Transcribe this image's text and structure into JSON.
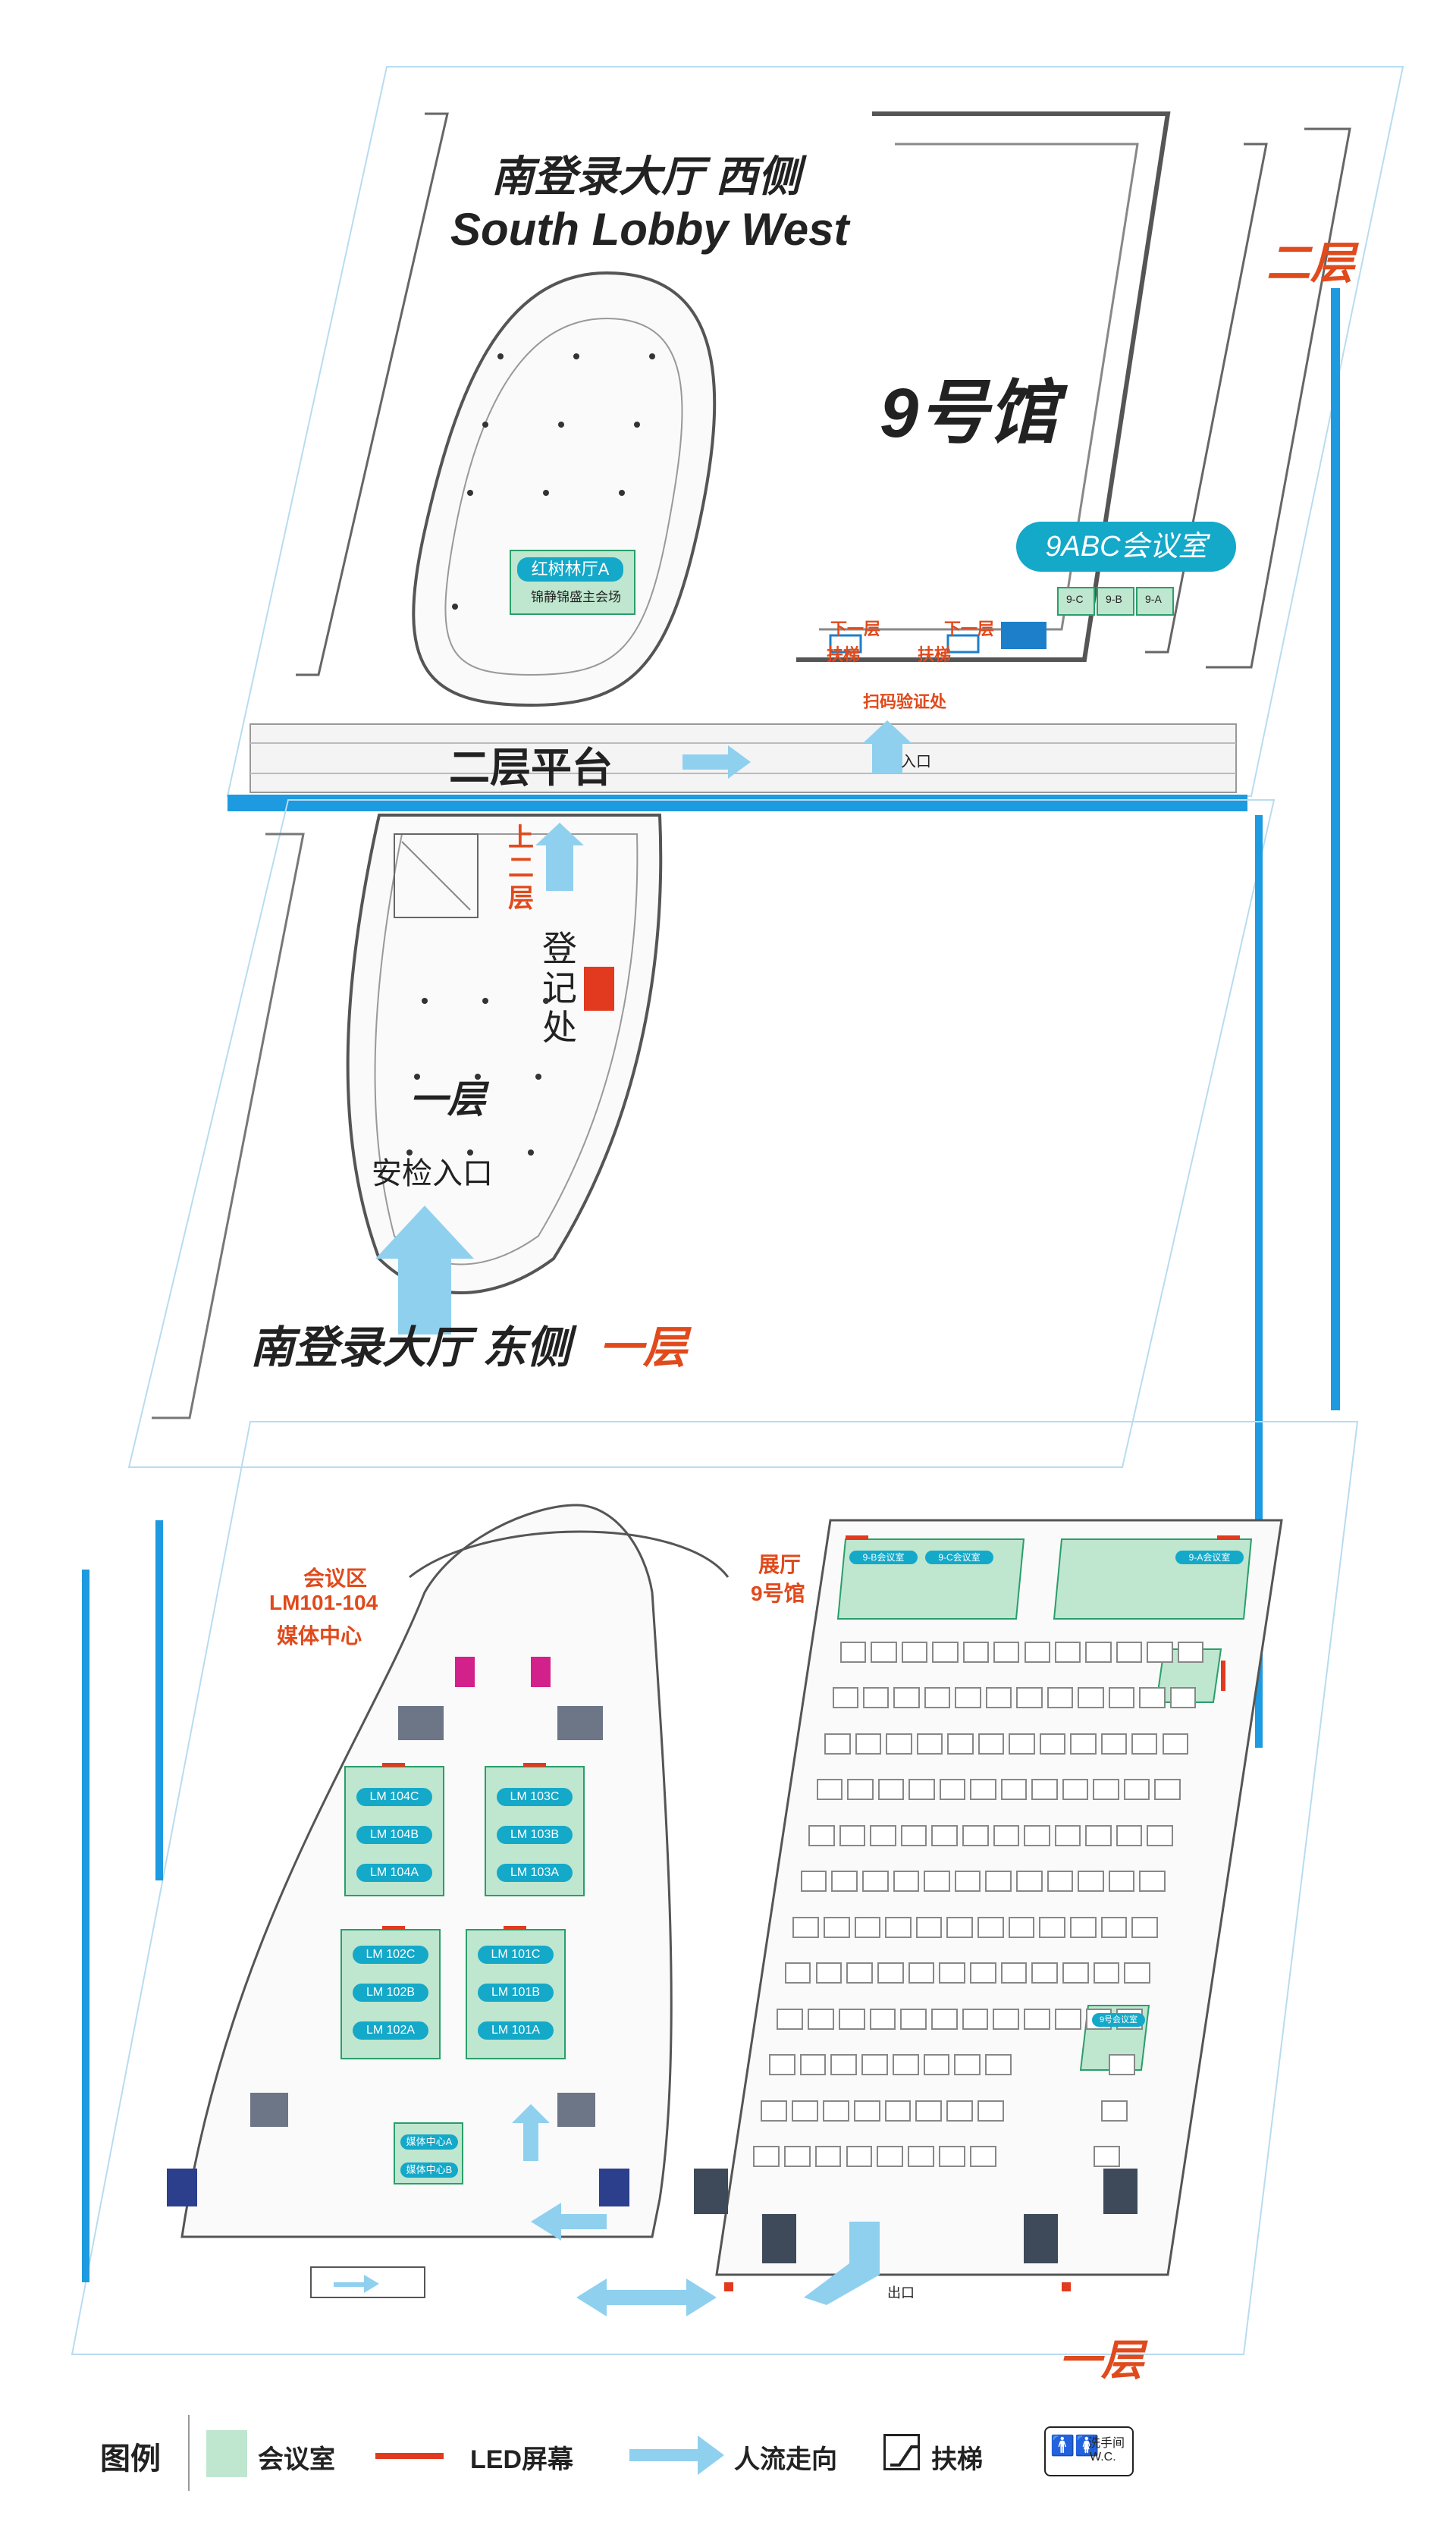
{
  "level2": {
    "floor_label": "二层",
    "hall_west_cn": "南登录大厅 西侧",
    "hall_west_en": "South Lobby West",
    "hall9": "9号馆",
    "conf_9abc": "9ABC会议室",
    "mangrove_room": "红树林厅A",
    "mangrove_sub": "锦静锦盛主会场",
    "platform": "二层平台",
    "down1_a": "下一层",
    "escalator_a": "扶梯",
    "down1_b": "下一层",
    "escalator_b": "扶梯",
    "scan_verify": "扫码验证处",
    "entrance": "入口",
    "room_tags": [
      "9-C",
      "9-B",
      "9-A"
    ]
  },
  "level1": {
    "up2": "上二层",
    "register": "登记处",
    "floor_label": "一层",
    "security": "安检入口",
    "hall_east_cn": "南登录大厅 东侧",
    "hall_east_floor": "一层"
  },
  "ground": {
    "conf_area_title": "会议区",
    "conf_area_code": "LM101-104",
    "media_center_title": "媒体中心",
    "hall_title": "展厅",
    "hall_name": "9号馆",
    "floor_label": "一层",
    "exit_label": "出口",
    "rooms": [
      "LM 104C",
      "LM 103C",
      "LM 104B",
      "LM 103B",
      "LM 104A",
      "LM 103A",
      "LM 102C",
      "LM 101C",
      "LM 102B",
      "LM 101B",
      "LM 102A",
      "LM 101A"
    ],
    "media_rooms": [
      "媒体中心A",
      "媒体中心B"
    ],
    "hall_rooms": [
      "9-B会议室",
      "9-C会议室",
      "9-A会议室",
      "9号会议室"
    ],
    "booth_rows": 12,
    "booth_cols": 12
  },
  "legend": {
    "title": "图例",
    "meeting_room": "会议室",
    "led": "LED屏幕",
    "flow": "人流走向",
    "escalator": "扶梯",
    "wc_cn": "洗手间",
    "wc_en": "W.C."
  },
  "colors": {
    "accent_blue": "#1d9ae0",
    "arrow_blue": "#8fd0ef",
    "room_green": "#bfe6cf",
    "label_red": "#e04a1c",
    "tag_teal": "#14a8c9"
  }
}
